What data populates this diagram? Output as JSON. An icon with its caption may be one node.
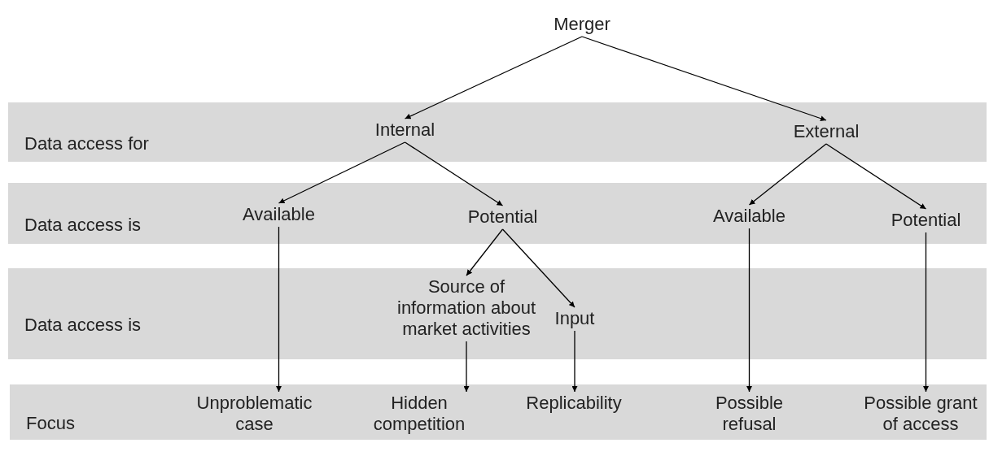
{
  "diagram": {
    "nodes": [
      {
        "text": [
          "Merger"
        ]
      },
      {
        "text": [
          "Data access for"
        ]
      },
      {
        "text": [
          "Internal"
        ],
        "in": 1
      },
      {
        "text": [
          "External"
        ],
        "in": 1
      },
      {
        "text": [
          "Data access is"
        ]
      },
      {
        "text": [
          "Available"
        ],
        "in": 4
      },
      {
        "text": [
          "Potential"
        ],
        "in": 4
      },
      {
        "text": [
          "Available"
        ],
        "in": 4
      },
      {
        "text": [
          "Potential"
        ],
        "in": 4
      },
      {
        "text": [
          "Data access is"
        ]
      },
      {
        "text": [
          "Source of information about market activities"
        ],
        "in": 9
      },
      {
        "text": [
          "Input"
        ],
        "in": 9
      },
      {
        "text": [
          "Focus"
        ]
      },
      {
        "text": [
          "Unproblematic case"
        ],
        "in": 12
      },
      {
        "text": [
          "Hidden competition"
        ],
        "in": 12
      },
      {
        "text": [
          "Replicability"
        ],
        "in": 12
      },
      {
        "text": [
          "Possible refusal"
        ],
        "in": 12
      },
      {
        "text": [
          "Possible grant of access"
        ],
        "in": 12
      }
    ],
    "edges": [
      {
        "from": 0,
        "to": 2,
        "arrow": "to"
      },
      {
        "from": 0,
        "to": 3,
        "arrow": "to"
      },
      {
        "from": 2,
        "to": 5,
        "arrow": "to"
      },
      {
        "from": 2,
        "to": 6,
        "arrow": "to"
      },
      {
        "from": 3,
        "to": 7,
        "arrow": "to"
      },
      {
        "from": 3,
        "to": 8,
        "arrow": "to"
      },
      {
        "from": 6,
        "to": 10,
        "arrow": "to"
      },
      {
        "from": 6,
        "to": 11,
        "arrow": "to"
      },
      {
        "from": 5,
        "to": 13,
        "arrow": "to"
      },
      {
        "from": 10,
        "to": 14,
        "arrow": "to"
      },
      {
        "from": 11,
        "to": 15,
        "arrow": "to"
      },
      {
        "from": 7,
        "to": 16,
        "arrow": "to"
      },
      {
        "from": 8,
        "to": 17,
        "arrow": "to"
      }
    ]
  }
}
